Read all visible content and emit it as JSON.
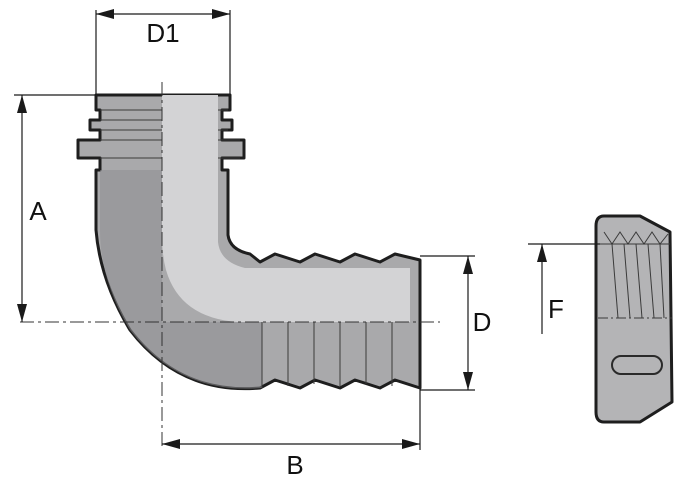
{
  "drawing": {
    "labels": {
      "d1": "D1",
      "a": "A",
      "b": "B",
      "d": "D",
      "f": "F"
    },
    "colors": {
      "body": "#a9a9ab",
      "body_dark": "#8e8e91",
      "bore": "#d3d3d5",
      "cap": "#b4b4b6",
      "outline": "#1e1e1e",
      "background": "#ffffff"
    }
  }
}
